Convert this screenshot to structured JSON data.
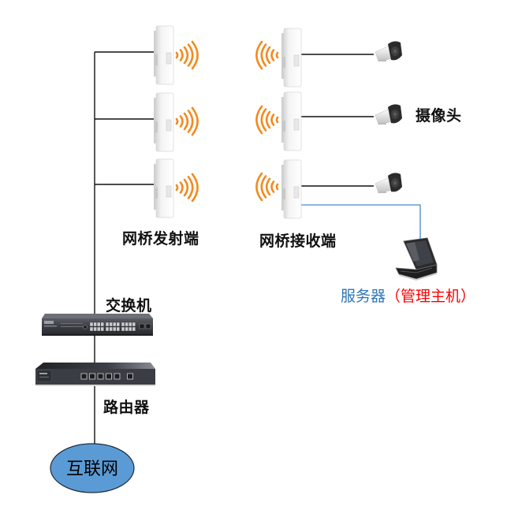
{
  "diagram": {
    "title": "",
    "nodes": {
      "transmitters": [
        {
          "id": "tx1",
          "type": "wireless-bridge"
        },
        {
          "id": "tx2",
          "type": "wireless-bridge"
        },
        {
          "id": "tx3",
          "type": "wireless-bridge"
        }
      ],
      "receivers": [
        {
          "id": "rx1",
          "type": "wireless-bridge"
        },
        {
          "id": "rx2",
          "type": "wireless-bridge"
        },
        {
          "id": "rx3",
          "type": "wireless-bridge"
        }
      ],
      "cameras": [
        {
          "id": "cam1",
          "type": "ip-camera"
        },
        {
          "id": "cam2",
          "type": "ip-camera"
        },
        {
          "id": "cam3",
          "type": "ip-camera"
        }
      ],
      "switch": {
        "id": "switch",
        "type": "network-switch"
      },
      "router": {
        "id": "router",
        "type": "router"
      },
      "internet": {
        "id": "internet",
        "type": "cloud-ellipse",
        "label": "互联网"
      },
      "server": {
        "id": "server",
        "type": "laptop"
      }
    },
    "labels": {
      "camera": "摄像头",
      "transmitter": "网桥发射端",
      "receiver": "网桥接收端",
      "switch": "交换机",
      "router": "路由器",
      "server_main": "服务器",
      "server_note": "（管理主机）"
    },
    "edges": [
      {
        "from": "switch",
        "to": "tx1",
        "style": "black"
      },
      {
        "from": "switch",
        "to": "tx2",
        "style": "black"
      },
      {
        "from": "switch",
        "to": "tx3",
        "style": "black"
      },
      {
        "from": "switch",
        "to": "router",
        "style": "black"
      },
      {
        "from": "router",
        "to": "internet",
        "style": "black"
      },
      {
        "from": "rx1",
        "to": "cam1",
        "style": "black"
      },
      {
        "from": "rx2",
        "to": "cam2",
        "style": "black"
      },
      {
        "from": "rx3",
        "to": "cam3",
        "style": "black"
      },
      {
        "from": "rx3",
        "to": "server",
        "style": "blue"
      },
      {
        "from": "tx1",
        "to": "rx1",
        "style": "wireless"
      },
      {
        "from": "tx2",
        "to": "rx2",
        "style": "wireless"
      },
      {
        "from": "tx3",
        "to": "rx3",
        "style": "wireless"
      }
    ],
    "colors": {
      "wire": "#111111",
      "server_link": "#4a86c5",
      "wave": "#f28a1e",
      "internet_fill": "#5b9bd5",
      "server_text": "#2e75b6",
      "server_note_text": "#ff0000"
    }
  }
}
